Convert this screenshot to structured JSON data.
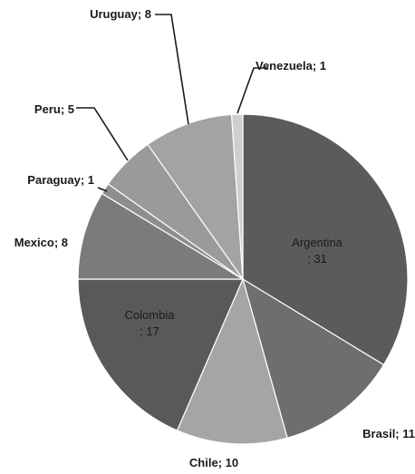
{
  "chart_data": {
    "type": "pie",
    "title": "",
    "start_angle_deg": 90,
    "direction": "clockwise",
    "slices": [
      {
        "label": "Argentina",
        "value": 31,
        "color": "#5b5b5b",
        "label_pos": "inside"
      },
      {
        "label": "Brasil",
        "value": 11,
        "color": "#6e6e6e",
        "label_pos": "outside"
      },
      {
        "label": "Chile",
        "value": 10,
        "color": "#a5a5a5",
        "label_pos": "outside"
      },
      {
        "label": "Colombia",
        "value": 17,
        "color": "#595959",
        "label_pos": "inside"
      },
      {
        "label": "Mexico",
        "value": 8,
        "color": "#7b7b7b",
        "label_pos": "outside"
      },
      {
        "label": "Paraguay",
        "value": 1,
        "color": "#8d8d8d",
        "label_pos": "outside"
      },
      {
        "label": "Peru",
        "value": 5,
        "color": "#9a9a9a",
        "label_pos": "outside"
      },
      {
        "label": "Uruguay",
        "value": 8,
        "color": "#a3a3a3",
        "label_pos": "outside"
      },
      {
        "label": "Venezuela",
        "value": 1,
        "color": "#cfcfcf",
        "label_pos": "outside"
      }
    ]
  }
}
